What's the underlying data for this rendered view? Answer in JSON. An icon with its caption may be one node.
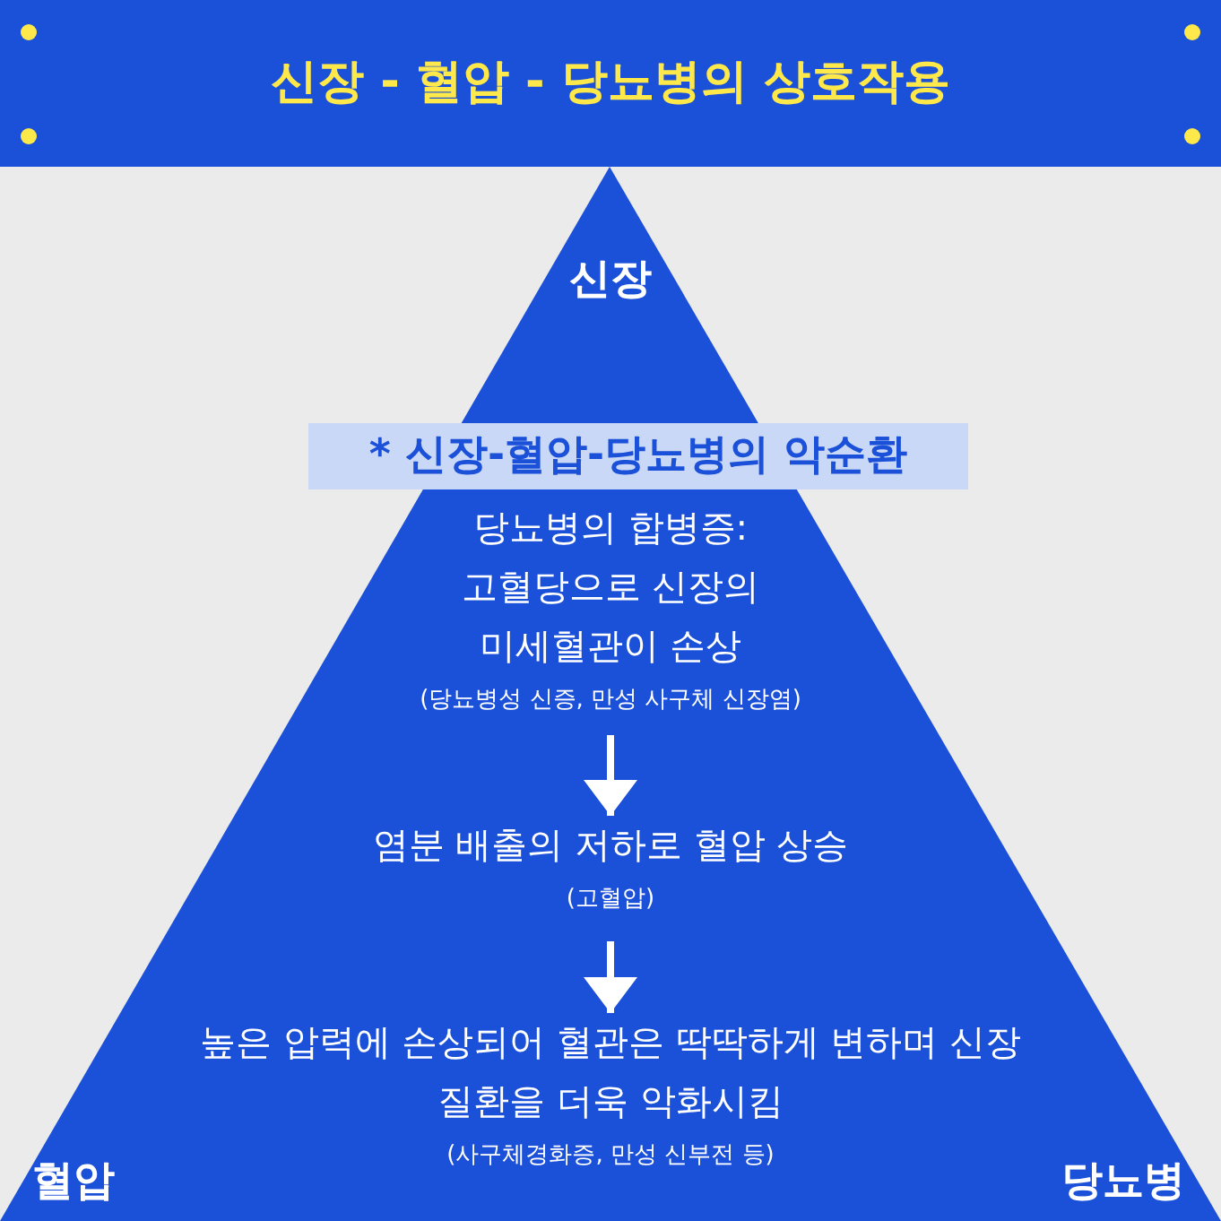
{
  "diagram": {
    "title": "신장 - 혈압 - 당뇨병의 상호작용",
    "nodes": [
      {
        "text": [
          "신장",
          "혈압",
          "당뇨병"
        ]
      },
      {
        "text": [
          "* 신장-혈압-당뇨병의 악순환"
        ],
        "in": 0
      },
      {
        "text": [
          "당뇨병의 합병증: 고혈당으로 신장의 미세혈관이 손상",
          "(당뇨병성 신증, 만성 사구체 신장염)"
        ],
        "in": 0
      },
      {
        "text": [
          "염분 배출의 저하로 혈압 상승",
          "(고혈압)"
        ],
        "in": 0
      },
      {
        "text": [
          "높은 압력에 손상되어 혈관은 딱딱하게 변하며 신장 질환을 더욱 악화시킴",
          "(사구체경화증, 만성 신부전 등)"
        ],
        "in": 0
      }
    ],
    "edges": [
      {
        "from": 2,
        "to": 3,
        "arrow": "to"
      },
      {
        "from": 3,
        "to": 4,
        "arrow": "to"
      }
    ]
  }
}
